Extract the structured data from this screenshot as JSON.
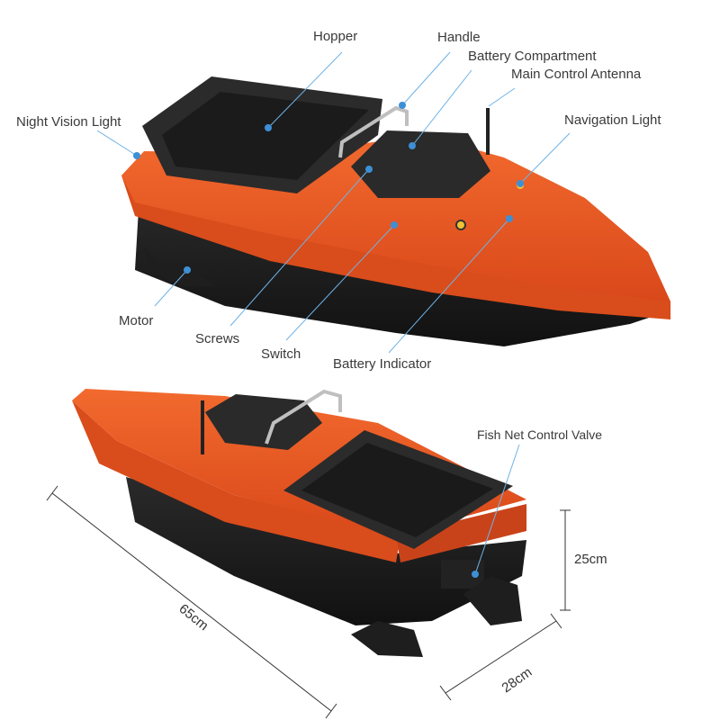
{
  "labels": {
    "hopper": "Hopper",
    "handle": "Handle",
    "battery_compartment": "Battery Compartment",
    "main_control_antenna": "Main Control Antenna",
    "night_vision_light": "Night Vision Light",
    "navigation_light": "Navigation Light",
    "motor": "Motor",
    "screws": "Screws",
    "switch": "Switch",
    "battery_indicator": "Battery Indicator",
    "fish_net_control_valve": "Fish Net Control Valve"
  },
  "dimensions": {
    "length": "65cm",
    "height": "25cm",
    "width": "28cm"
  },
  "colors": {
    "hull_orange": "#e8561f",
    "hull_dark": "#1e1e1e",
    "leader_blue": "#6fb3e6",
    "dot_blue": "#3d8fd6"
  }
}
